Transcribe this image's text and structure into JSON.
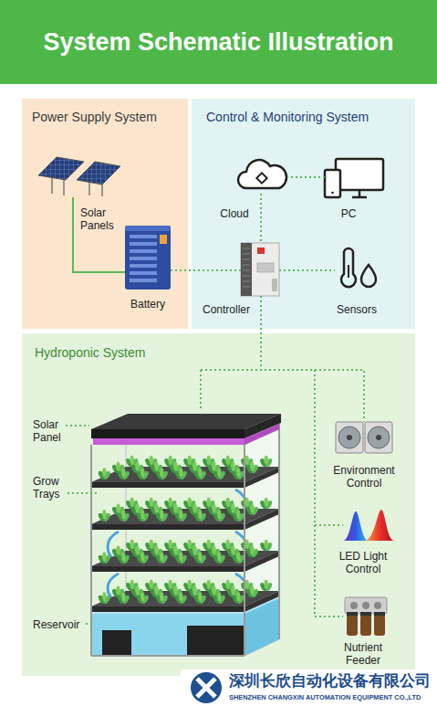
{
  "diagram": {
    "title": "System Schematic Illustration",
    "nodes": [
      {
        "text": [
          "Power Supply System"
        ]
      },
      {
        "text": [
          "Solar Panels"
        ],
        "in": 0
      },
      {
        "text": [
          "Battery"
        ],
        "in": 0
      },
      {
        "text": [
          "Control & Monitoring System"
        ]
      },
      {
        "text": [
          "Cloud"
        ],
        "in": 3
      },
      {
        "text": [
          "PC"
        ],
        "in": 3
      },
      {
        "text": [
          "Controller"
        ],
        "in": 3
      },
      {
        "text": [
          "Sensors"
        ],
        "in": 3
      },
      {
        "text": [
          "Hydroponic System"
        ]
      },
      {
        "text": [
          "Environment Control"
        ],
        "in": 8
      },
      {
        "text": [
          "LED Light Control"
        ],
        "in": 8
      },
      {
        "text": [
          "Nutrient Feeder"
        ],
        "in": 8
      }
    ],
    "edges": [
      {
        "from": 1,
        "to": 2,
        "arrow": "none"
      },
      {
        "from": 2,
        "to": 6,
        "arrow": "none"
      },
      {
        "from": 4,
        "to": 6,
        "arrow": "none"
      },
      {
        "from": 5,
        "to": 4,
        "arrow": "none"
      },
      {
        "from": 6,
        "to": 7,
        "arrow": "none"
      },
      {
        "from": 6,
        "to": 9,
        "arrow": "none"
      },
      {
        "from": 6,
        "to": 10,
        "arrow": "none"
      },
      {
        "from": 6,
        "to": 11,
        "arrow": "none"
      }
    ],
    "labels": [
      "Solar Panel",
      "Grow Trays",
      "Reservoir",
      "深圳长欣自动化设备有限公司",
      "SHENZHEN CHANGXIN AUTOMATION EQUIPMENT CO.,LTD"
    ]
  }
}
